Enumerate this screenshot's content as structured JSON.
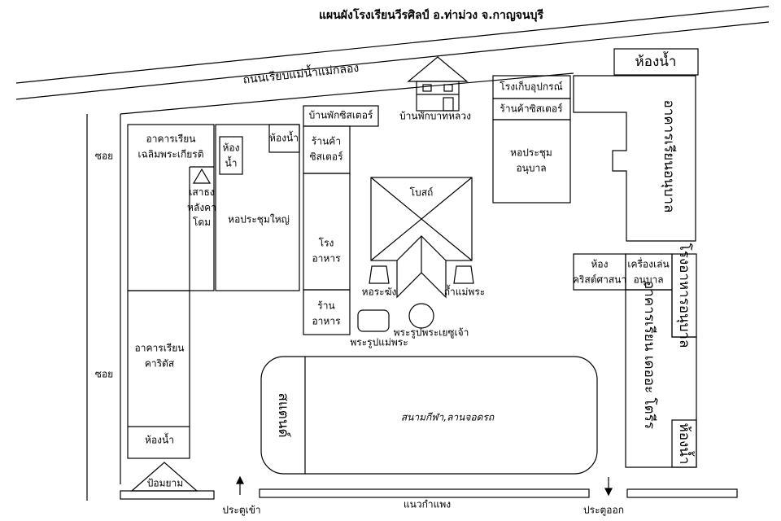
{
  "title": "แผนผังโรงเรียนวีรศิลป์ อ.ท่าม่วง จ.กาญจนบุรี",
  "road_label": "ถนนเรียบแม่น้ำแม่กลอง",
  "alley_label": "ซอย",
  "buildings": {
    "chaloem": [
      "อาคารเรียน",
      "เฉลิมพระเกียรติ"
    ],
    "flagpole": [
      "เสาธง",
      "หลังคา",
      "โดม"
    ],
    "toilet_small_a": [
      "ห้อง",
      "น้ำ"
    ],
    "toilet_main_hall": "ห้องน้ำ",
    "main_hall": "หอประชุมใหญ่",
    "sisters_house": "บ้านพักซิสเตอร์",
    "sisters_shop": [
      "ร้านค้า",
      "ซิสเตอร์"
    ],
    "canteen": [
      "โรง",
      "อาหาร"
    ],
    "food_shop": [
      "ร้าน",
      "อาหาร"
    ],
    "priest_house": "บ้านพักบาทหลวง",
    "chapel": "โบสถ์",
    "bell_tower": "หอระฆัง",
    "grotto": "ถ้ำแม่พระ",
    "mary_statue": "พระรูปแม่พระ",
    "jesus_statue": "พระรูปพระเยซูเจ้า",
    "equipment_store": "โรงเก็บอุปกรณ์",
    "sisters_shop_2": "ร้านค้าซิสเตอร์",
    "kindergarten_hall": [
      "หอประชุม",
      "อนุบาล"
    ],
    "toilet_top_right": "ห้องน้ำ",
    "kindergarten_building": "อาคารเรียนอนุบาล",
    "christian_room": [
      "ห้อง",
      "คริสต์ศาสนา"
    ],
    "kinder_toys": [
      "เครื่องเล่น",
      "อนุบาล"
    ],
    "kinder_canteen": "โรงอาหารอนุบาล",
    "bldg_right_long": "อาคารเรียน เดออะ โตรีร",
    "toilet_right_bottom": "ห้องน้ำ",
    "karitas": [
      "อาคารเรียน",
      "คาริตัส"
    ],
    "toilet_left": "ห้องน้ำ",
    "guard_post": "ป้อมยาม",
    "stand": "สแตนด์",
    "field": "สนามกีฬา,ลานจอดรถ"
  },
  "wall_label": "แนวกำแพง",
  "entrance": "ประตูเข้า",
  "exit": "ประตูออก"
}
